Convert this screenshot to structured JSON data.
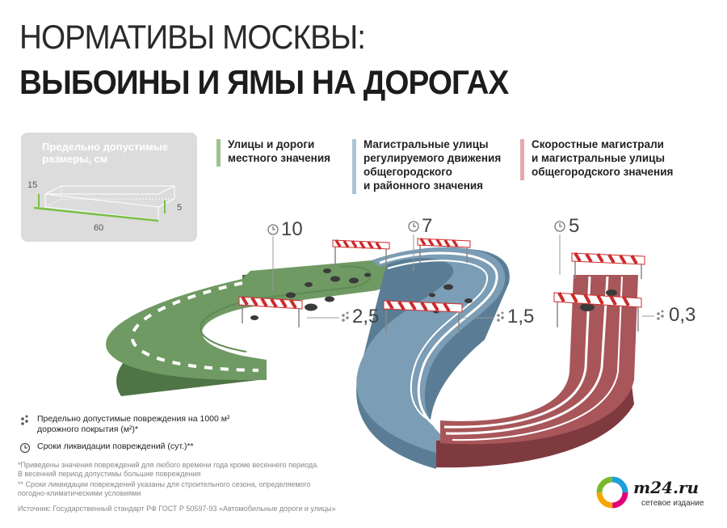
{
  "header": {
    "title_line1": "НОРМАТИВЫ МОСКВЫ:",
    "title_line2": "ВЫБОИНЫ И ЯМЫ НА ДОРОГАХ"
  },
  "size_box": {
    "title": "Предельно допустимые размеры, см",
    "length": "60",
    "width": "15",
    "depth": "5"
  },
  "categories": [
    {
      "label": "Улицы и дороги\nместного значения",
      "color": "#6f9a63",
      "days": "10",
      "damage": "2,5"
    },
    {
      "label": "Магистральные улицы\nрегулируемого движения\nобщегородского\nи районного значения",
      "color": "#7b9db5",
      "days": "7",
      "damage": "1,5"
    },
    {
      "label": "Скоростные магистрали\nи магистральные улицы\nобщегородского значения",
      "color": "#c97b80",
      "days": "5",
      "damage": "0,3"
    }
  ],
  "legend_notes": {
    "damage": "Предельно допустимые повреждения на 1000 м² дорожного покрытия (м²)*",
    "days": "Сроки ликвидации повреждений (сут.)**"
  },
  "footnotes": {
    "note1": "*Приведены значения повреждений для любого времени года кроме весеннего периода.\n В весенний период допустимы большие повреждения",
    "note2": "** Сроки ликвидации повреждений указаны для строительного сезона, определяемого\n погодно-климатическими условиями",
    "source": "Источник: Государственный стандарт РФ ГОСТ Р 50597-93 «Автомобильные дороги и улицы»"
  },
  "logo": {
    "name": "m24.ru",
    "sub": "сетевое издание"
  },
  "colors": {
    "green_road": "#6f9a63",
    "green_side": "#4f7446",
    "blue_road": "#7b9db5",
    "blue_side": "#5a7d95",
    "red_road": "#a8565a",
    "red_side": "#7e3a3f",
    "pothole": "#3a3a3a"
  }
}
